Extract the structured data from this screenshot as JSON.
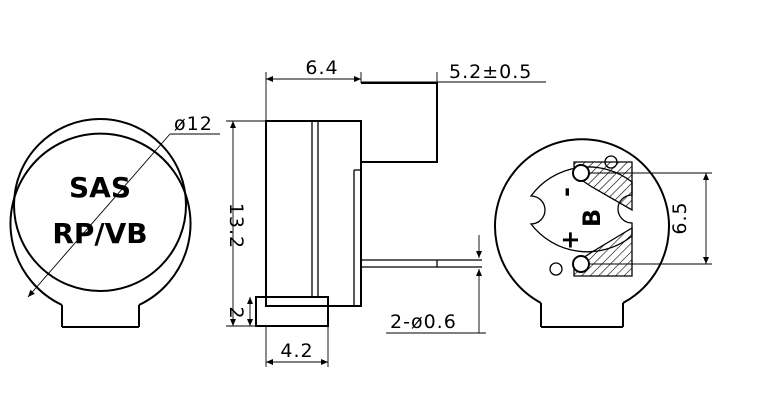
{
  "front_view": {
    "label_line1": "SAS",
    "label_line2": "RP/VB",
    "diameter": "ø12"
  },
  "side_view": {
    "dim_top_width": "6.4",
    "dim_pin_length": "5.2±0.5",
    "dim_height": "13.2",
    "dim_base_height": "2",
    "dim_base_width": "4.2",
    "dim_pin_diameter": "2-ø0.6"
  },
  "back_view": {
    "minus": "-",
    "letter_b": "B",
    "plus": "+",
    "dim_pin_spacing": "6.5"
  }
}
